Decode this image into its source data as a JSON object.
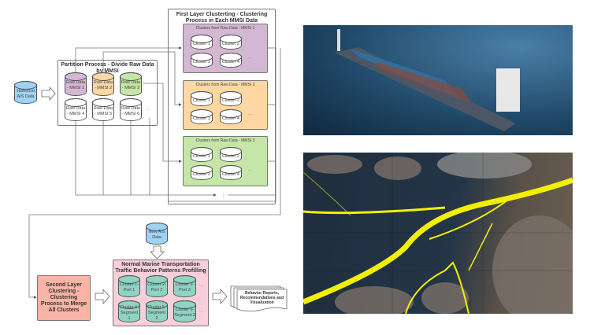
{
  "historical": "Historical AIS Data",
  "partition": {
    "title": "Partition Process - Divide Raw Data by MMSI",
    "items": [
      "Raw Data - MMSI 1",
      "Raw Data - MMSI 2",
      "Raw Data - MMSI 3",
      "Raw Data - MMSI 4",
      "Raw Data - MMSI 5",
      "Raw Data - MMSI 6"
    ],
    "more": "...",
    "colors": [
      "#d3b7d3",
      "#fed7a3",
      "#c5e6a8",
      "#ffffff",
      "#ffffff",
      "#ffffff"
    ]
  },
  "first_layer": {
    "title": "First Layer Clusterting - Clustering Process in Each MMSI Data",
    "groups": [
      {
        "title": "Clusters from Raw Data - MMSI 1",
        "color": "#d3b7d3",
        "clusters": [
          "Cluster 1",
          "Cluster 2",
          "Cluster 3",
          "Cluster 4"
        ],
        "more": "..."
      },
      {
        "title": "Clusters from Raw Data - MMSI 2",
        "color": "#fed7a3",
        "clusters": [
          "Cluster 1",
          "Cluster 2",
          "Cluster 3",
          "Cluster 4"
        ],
        "more": "..."
      },
      {
        "title": "Clusters from Raw Data - MMSI 3",
        "color": "#c5e6a8",
        "clusters": [
          "Cluster 1",
          "Cluster 2",
          "Cluster 3",
          "Cluster 4"
        ],
        "more": "..."
      }
    ],
    "ellipsis": "⋮"
  },
  "second_layer": "Second Layer Clustering - Clustering Process to Merge All Clusters",
  "new_ais": "New AIS Data",
  "profiling": {
    "title": "Normal Marine Transportation Traffic Behavior Patterns Profilling",
    "items": [
      "Cluster 1- Port 1",
      "Cluster 2- Port 2",
      "Cluster 3- Port 3",
      "Cluster 4- Segment 1",
      "Cluster 5- Segment 2",
      "Cluster 6- Segment 3"
    ],
    "more": "..."
  },
  "output": "Behavior Reports, Recommendations and Visualization",
  "colors": {
    "ais": "#9fd3f5",
    "second_layer": "#f9b4a6",
    "profiling": "#f9cfdc",
    "teal": "#8fd3c2"
  }
}
